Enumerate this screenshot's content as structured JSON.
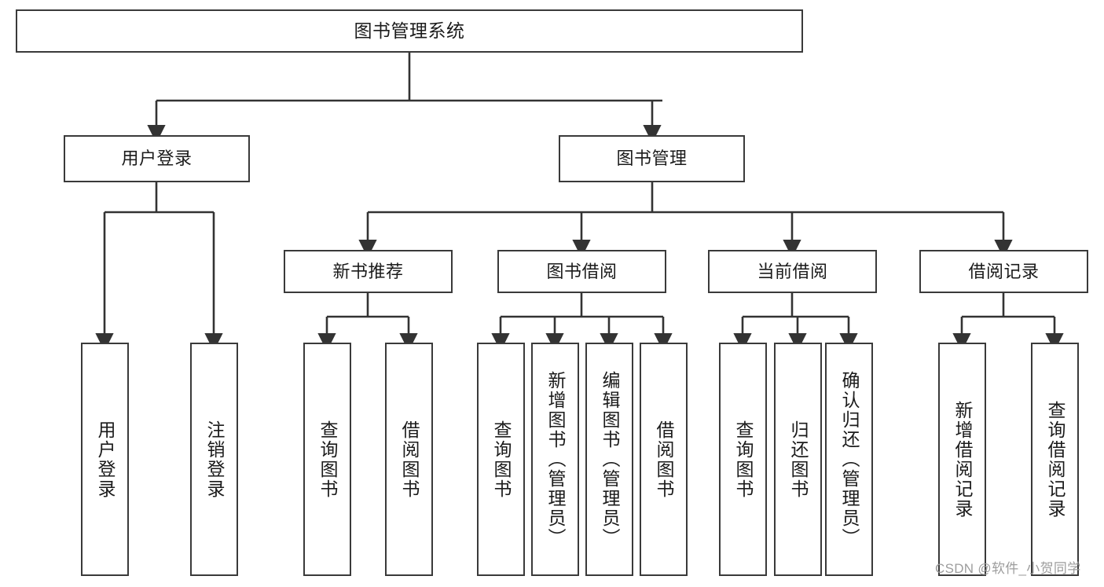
{
  "diagram": {
    "title": "图书管理系统",
    "type": "tree",
    "root": {
      "id": "root",
      "label": "图书管理系统"
    },
    "tier1": [
      {
        "id": "user-login",
        "label": "用户登录"
      },
      {
        "id": "book-mgmt",
        "label": "图书管理"
      }
    ],
    "tier2": [
      {
        "id": "new-book-rec",
        "label": "新书推荐",
        "parent": "book-mgmt"
      },
      {
        "id": "book-borrow",
        "label": "图书借阅",
        "parent": "book-mgmt"
      },
      {
        "id": "current-borrow",
        "label": "当前借阅",
        "parent": "book-mgmt"
      },
      {
        "id": "borrow-record",
        "label": "借阅记录",
        "parent": "book-mgmt"
      }
    ],
    "leaves": {
      "user_login": [
        {
          "id": "leaf-user-login",
          "label": "用户登录"
        },
        {
          "id": "leaf-user-logout",
          "label": "注销登录"
        }
      ],
      "new_book_rec": [
        {
          "id": "leaf-query-book-1",
          "label": "查询图书"
        },
        {
          "id": "leaf-borrow-book-1",
          "label": "借阅图书"
        }
      ],
      "book_borrow": [
        {
          "id": "leaf-query-book-2",
          "label": "查询图书"
        },
        {
          "id": "leaf-add-book",
          "label": "新增图书（管理员）"
        },
        {
          "id": "leaf-edit-book",
          "label": "编辑图书（管理员）"
        },
        {
          "id": "leaf-borrow-book-2",
          "label": "借阅图书"
        }
      ],
      "current_borrow": [
        {
          "id": "leaf-query-book-3",
          "label": "查询图书"
        },
        {
          "id": "leaf-return-book",
          "label": "归还图书"
        },
        {
          "id": "leaf-confirm-return",
          "label": "确认归还（管理员）"
        }
      ],
      "borrow_record": [
        {
          "id": "leaf-add-record",
          "label": "新增借阅记录"
        },
        {
          "id": "leaf-query-record",
          "label": "查询借阅记录"
        }
      ]
    }
  },
  "watermark": {
    "text": "CSDN @软件_小贺同学"
  },
  "colors": {
    "node_border": "#3a3a3a",
    "node_fill": "#ffffff",
    "edge": "#333333",
    "text": "#1b1b1b",
    "watermark": "#9d9d9d"
  }
}
